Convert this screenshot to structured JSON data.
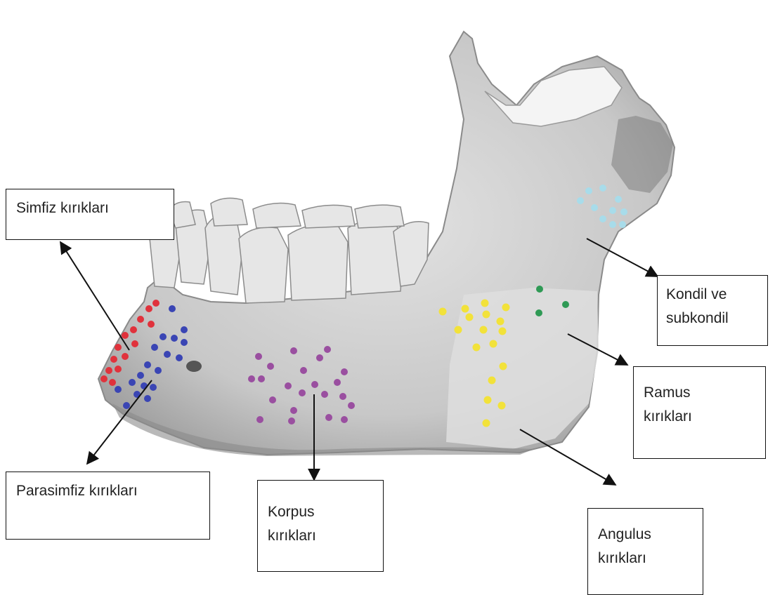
{
  "labels": {
    "simfiz": "Simfiz kırıkları",
    "parasimfiz": "Parasimfiz kırıkları",
    "korpus_line1": "Korpus",
    "korpus_line2": "kırıkları",
    "kondil_line1": "Kondil  ve",
    "kondil_line2": "subkondil",
    "ramus_line1": "Ramus",
    "ramus_line2": "kırıkları",
    "angulus_line1": "Angulus",
    "angulus_line2": "kırıkları"
  },
  "fracture_regions": [
    {
      "name": "simfiz",
      "color": "#e0323c"
    },
    {
      "name": "parasimfiz",
      "color": "#3a45b4"
    },
    {
      "name": "korpus",
      "color": "#9a4fa0"
    },
    {
      "name": "angulus",
      "color": "#f2e23a"
    },
    {
      "name": "ramus",
      "color": "#2f9a55"
    },
    {
      "name": "kondil",
      "color": "#a8dcea"
    }
  ],
  "colors": {
    "bone": "#d2d2d2",
    "bone_shadow": "#8a8a8a",
    "teeth": "#e4e4e4",
    "angle_overlay": "#dedede",
    "arrow": "#111111"
  }
}
